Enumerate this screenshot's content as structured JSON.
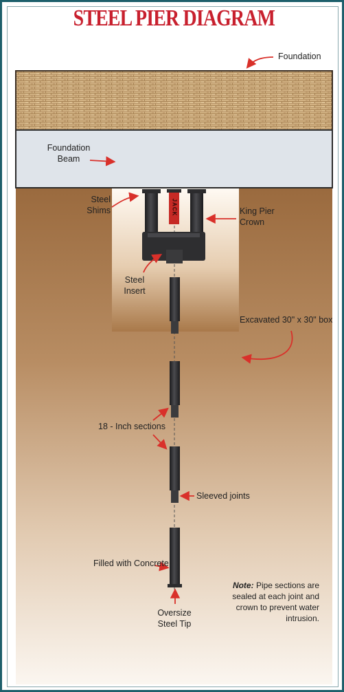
{
  "title": "STEEL PIER DIAGRAM",
  "labels": {
    "foundation": "Foundation",
    "foundation_beam_1": "Foundation",
    "foundation_beam_2": "Beam",
    "steel_shims_1": "Steel",
    "steel_shims_2": "Shims",
    "king_pier_1": "King Pier",
    "king_pier_2": "Crown",
    "jack": "JACK",
    "steel_insert_1": "Steel",
    "steel_insert_2": "Insert",
    "excavated_box": "Excavated 30\" x 30\" box",
    "sections": "18 - Inch sections",
    "sleeved_joints": "Sleeved joints",
    "filled_concrete": "Filled with Concrete",
    "oversize_tip_1": "Oversize",
    "oversize_tip_2": "Steel Tip",
    "note_label": "Note:",
    "note_1": " Pipe sections are",
    "note_2": "sealed at each joint and",
    "note_3": "crown to prevent water",
    "note_4": "intrusion."
  },
  "colors": {
    "title": "#c8202e",
    "arrow": "#d9302a",
    "border": "#1d5f6b",
    "brick": "#cfae7c",
    "beam": "#dde2e8",
    "soil_top": "#9b6b3f",
    "soil_bottom": "#fbf5ee",
    "pipe": "#2e2e30"
  }
}
